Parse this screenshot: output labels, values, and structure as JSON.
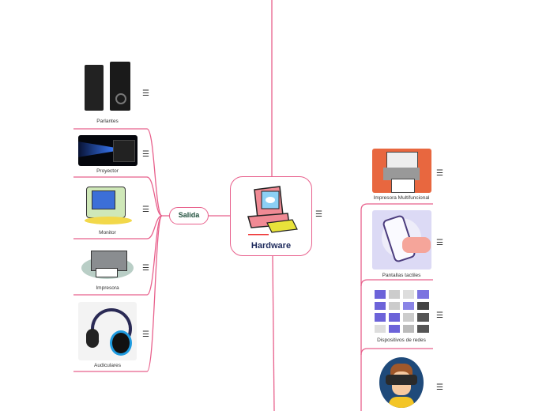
{
  "central": {
    "title": "Hardware",
    "icon": "computer-icon"
  },
  "branch": {
    "label": "Salida"
  },
  "left_items": [
    {
      "label": "Parlantes",
      "icon": "speakers-icon"
    },
    {
      "label": "Proyector",
      "icon": "projector-icon"
    },
    {
      "label": "Monitor",
      "icon": "monitor-icon"
    },
    {
      "label": "Impresora",
      "icon": "printer-icon"
    },
    {
      "label": "Audiculares",
      "icon": "headphones-icon"
    }
  ],
  "right_items": [
    {
      "label": "Impresora Multifuncional",
      "icon": "multifunction-printer-icon"
    },
    {
      "label": "Pantallas tactiles",
      "icon": "touchscreen-icon"
    },
    {
      "label": "Dispositivos de redes",
      "icon": "network-devices-icon"
    },
    {
      "label": "",
      "icon": "vr-headset-icon"
    }
  ],
  "menu_glyph": "☰",
  "colors": {
    "line": "#e8608c",
    "title": "#1d2a5c"
  }
}
